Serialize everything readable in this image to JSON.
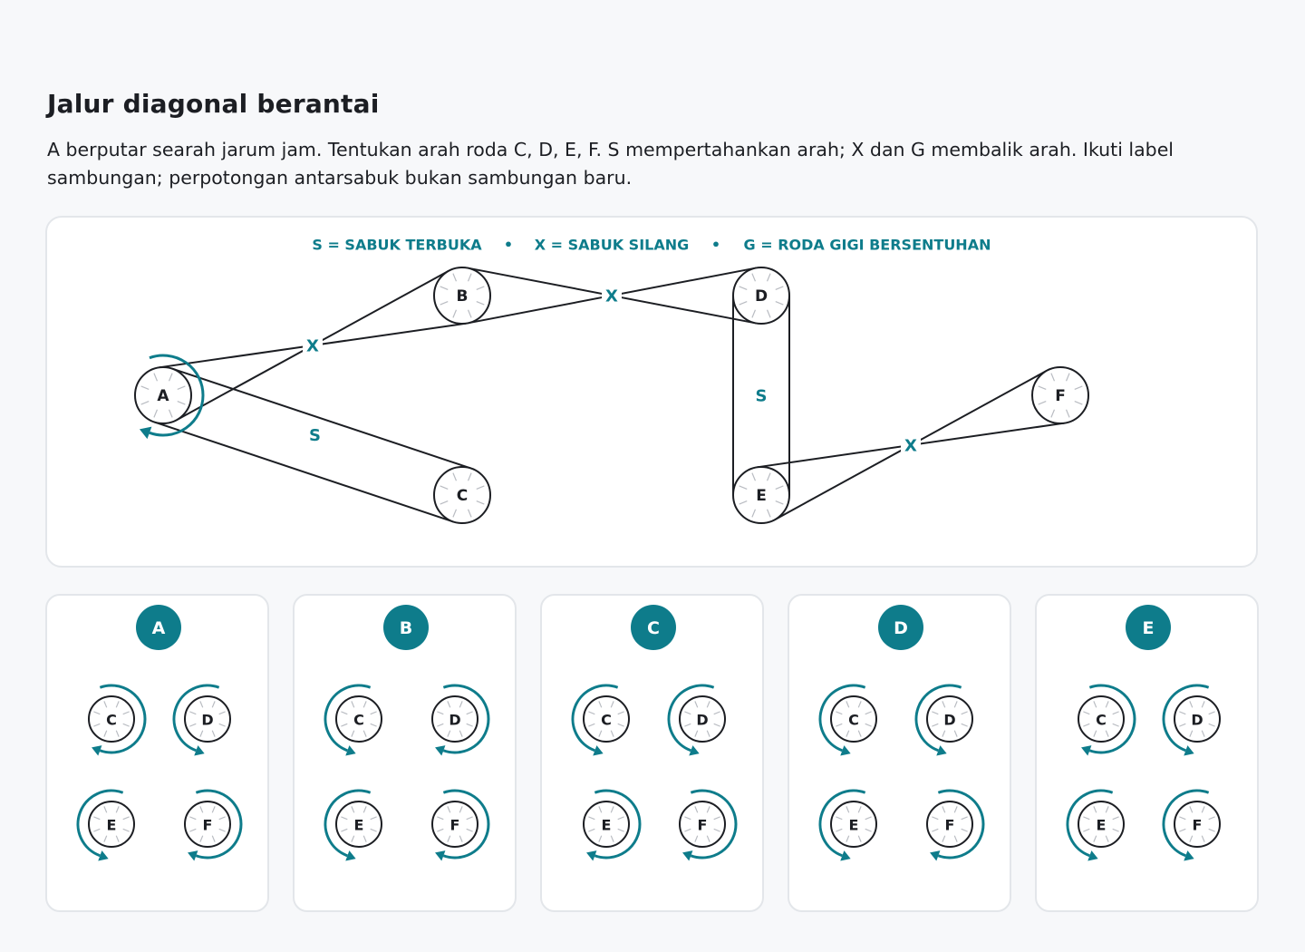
{
  "title": "Jalur diagonal berantai",
  "description": "A berputar searah jarum jam. Tentukan arah roda C, D, E, F. S mempertahankan arah; X dan G membalik arah. Ikuti label sambungan; perpotongan antarsabuk bukan sambungan baru.",
  "legend": {
    "s": "S = SABUK TERBUKA",
    "x": "X = SABUK SILANG",
    "g": "G = RODA GIGI BERSENTUHAN",
    "separator": "•"
  },
  "colors": {
    "accent": "#0e7c8b",
    "ink": "#1c1e23",
    "spoke": "#b9bcc2",
    "border": "#e3e6ea"
  },
  "wheels": [
    {
      "id": "A",
      "label": "A",
      "rotation": "clockwise"
    },
    {
      "id": "B",
      "label": "B"
    },
    {
      "id": "C",
      "label": "C"
    },
    {
      "id": "D",
      "label": "D"
    },
    {
      "id": "E",
      "label": "E"
    },
    {
      "id": "F",
      "label": "F"
    }
  ],
  "connections": [
    {
      "from": "A",
      "to": "B",
      "type": "X",
      "label": "X"
    },
    {
      "from": "A",
      "to": "C",
      "type": "S",
      "label": "S"
    },
    {
      "from": "B",
      "to": "D",
      "type": "X",
      "label": "X"
    },
    {
      "from": "D",
      "to": "E",
      "type": "S",
      "label": "S"
    },
    {
      "from": "E",
      "to": "F",
      "type": "X",
      "label": "X"
    }
  ],
  "options": [
    {
      "badge": "A",
      "wheels": [
        {
          "label": "C",
          "direction": "clockwise"
        },
        {
          "label": "D",
          "direction": "counterclockwise"
        },
        {
          "label": "E",
          "direction": "counterclockwise"
        },
        {
          "label": "F",
          "direction": "clockwise"
        }
      ]
    },
    {
      "badge": "B",
      "wheels": [
        {
          "label": "C",
          "direction": "counterclockwise"
        },
        {
          "label": "D",
          "direction": "clockwise"
        },
        {
          "label": "E",
          "direction": "counterclockwise"
        },
        {
          "label": "F",
          "direction": "clockwise"
        }
      ]
    },
    {
      "badge": "C",
      "wheels": [
        {
          "label": "C",
          "direction": "counterclockwise"
        },
        {
          "label": "D",
          "direction": "counterclockwise"
        },
        {
          "label": "E",
          "direction": "clockwise"
        },
        {
          "label": "F",
          "direction": "clockwise"
        }
      ]
    },
    {
      "badge": "D",
      "wheels": [
        {
          "label": "C",
          "direction": "counterclockwise"
        },
        {
          "label": "D",
          "direction": "counterclockwise"
        },
        {
          "label": "E",
          "direction": "counterclockwise"
        },
        {
          "label": "F",
          "direction": "clockwise"
        }
      ]
    },
    {
      "badge": "E",
      "wheels": [
        {
          "label": "C",
          "direction": "clockwise"
        },
        {
          "label": "D",
          "direction": "counterclockwise"
        },
        {
          "label": "E",
          "direction": "counterclockwise"
        },
        {
          "label": "F",
          "direction": "counterclockwise"
        }
      ]
    }
  ]
}
